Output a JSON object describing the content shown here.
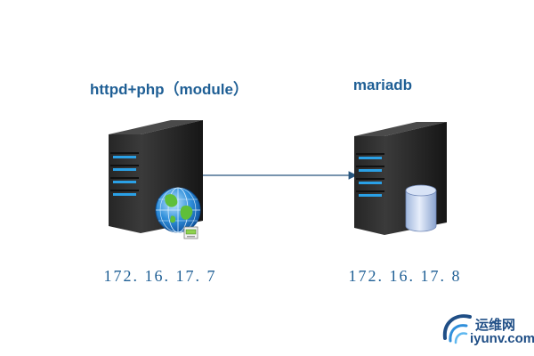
{
  "nodes": {
    "web": {
      "title": "httpd+php（module）",
      "ip": "172. 16. 17. 7",
      "icons": [
        "server-icon",
        "globe-icon",
        "monitor-icon"
      ]
    },
    "db": {
      "title": "mariadb",
      "ip": "172. 16. 17. 8",
      "icons": [
        "server-icon",
        "database-icon"
      ]
    }
  },
  "connection": {
    "from": "web",
    "to": "db",
    "arrow": "single-direction"
  },
  "watermark": {
    "text_cn": "运维网",
    "text_en": "iyunv.com",
    "icon": "wave-logo-icon"
  },
  "colors": {
    "label": "#1f5f95",
    "server_body": "#2f2f2f",
    "server_led": "#2aa0e6",
    "arrow": "#27557d",
    "watermark": "#1f4e86"
  }
}
